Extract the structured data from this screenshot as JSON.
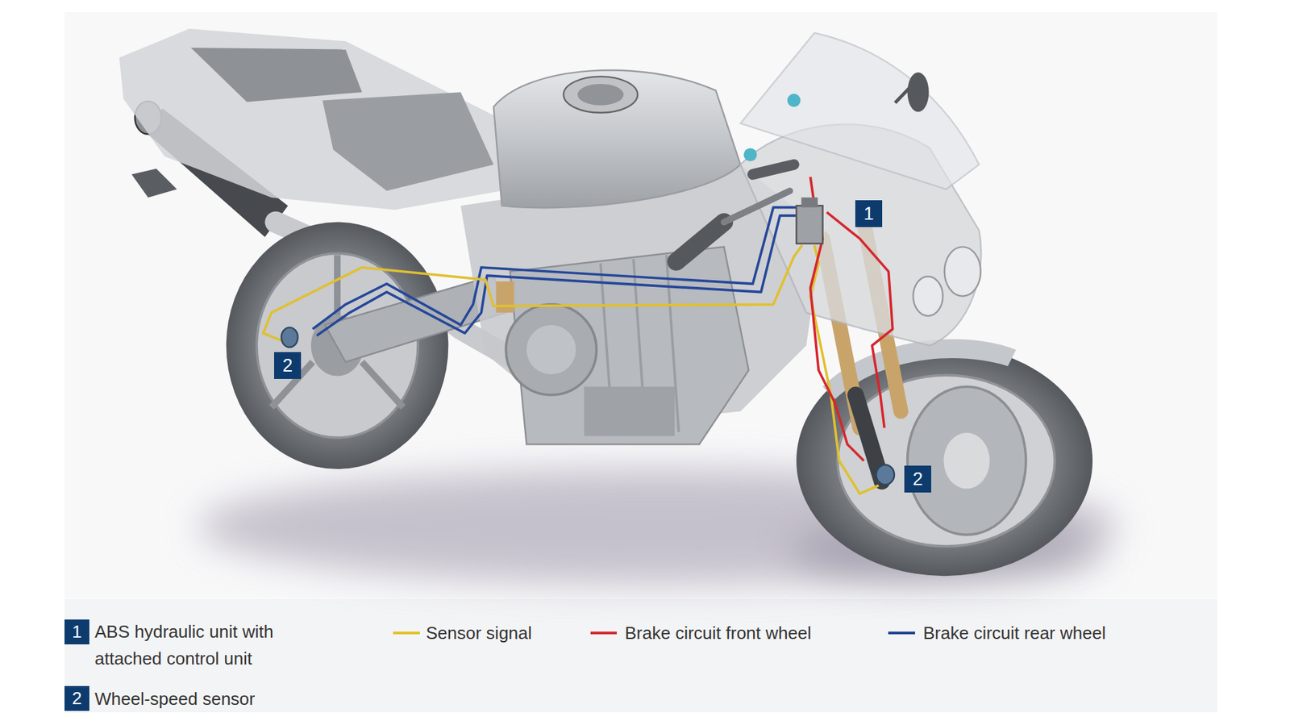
{
  "diagram": {
    "labels": [
      "1",
      "2",
      "2",
      "1",
      "2"
    ],
    "legend": [
      {
        "text": "ABS hydraulic unit with attached control unit"
      },
      {
        "text": "Wheel-speed sensor"
      },
      {
        "text": "Sensor signal"
      },
      {
        "text": "Brake circuit front wheel"
      },
      {
        "text": "Brake circuit rear wheel"
      }
    ]
  }
}
